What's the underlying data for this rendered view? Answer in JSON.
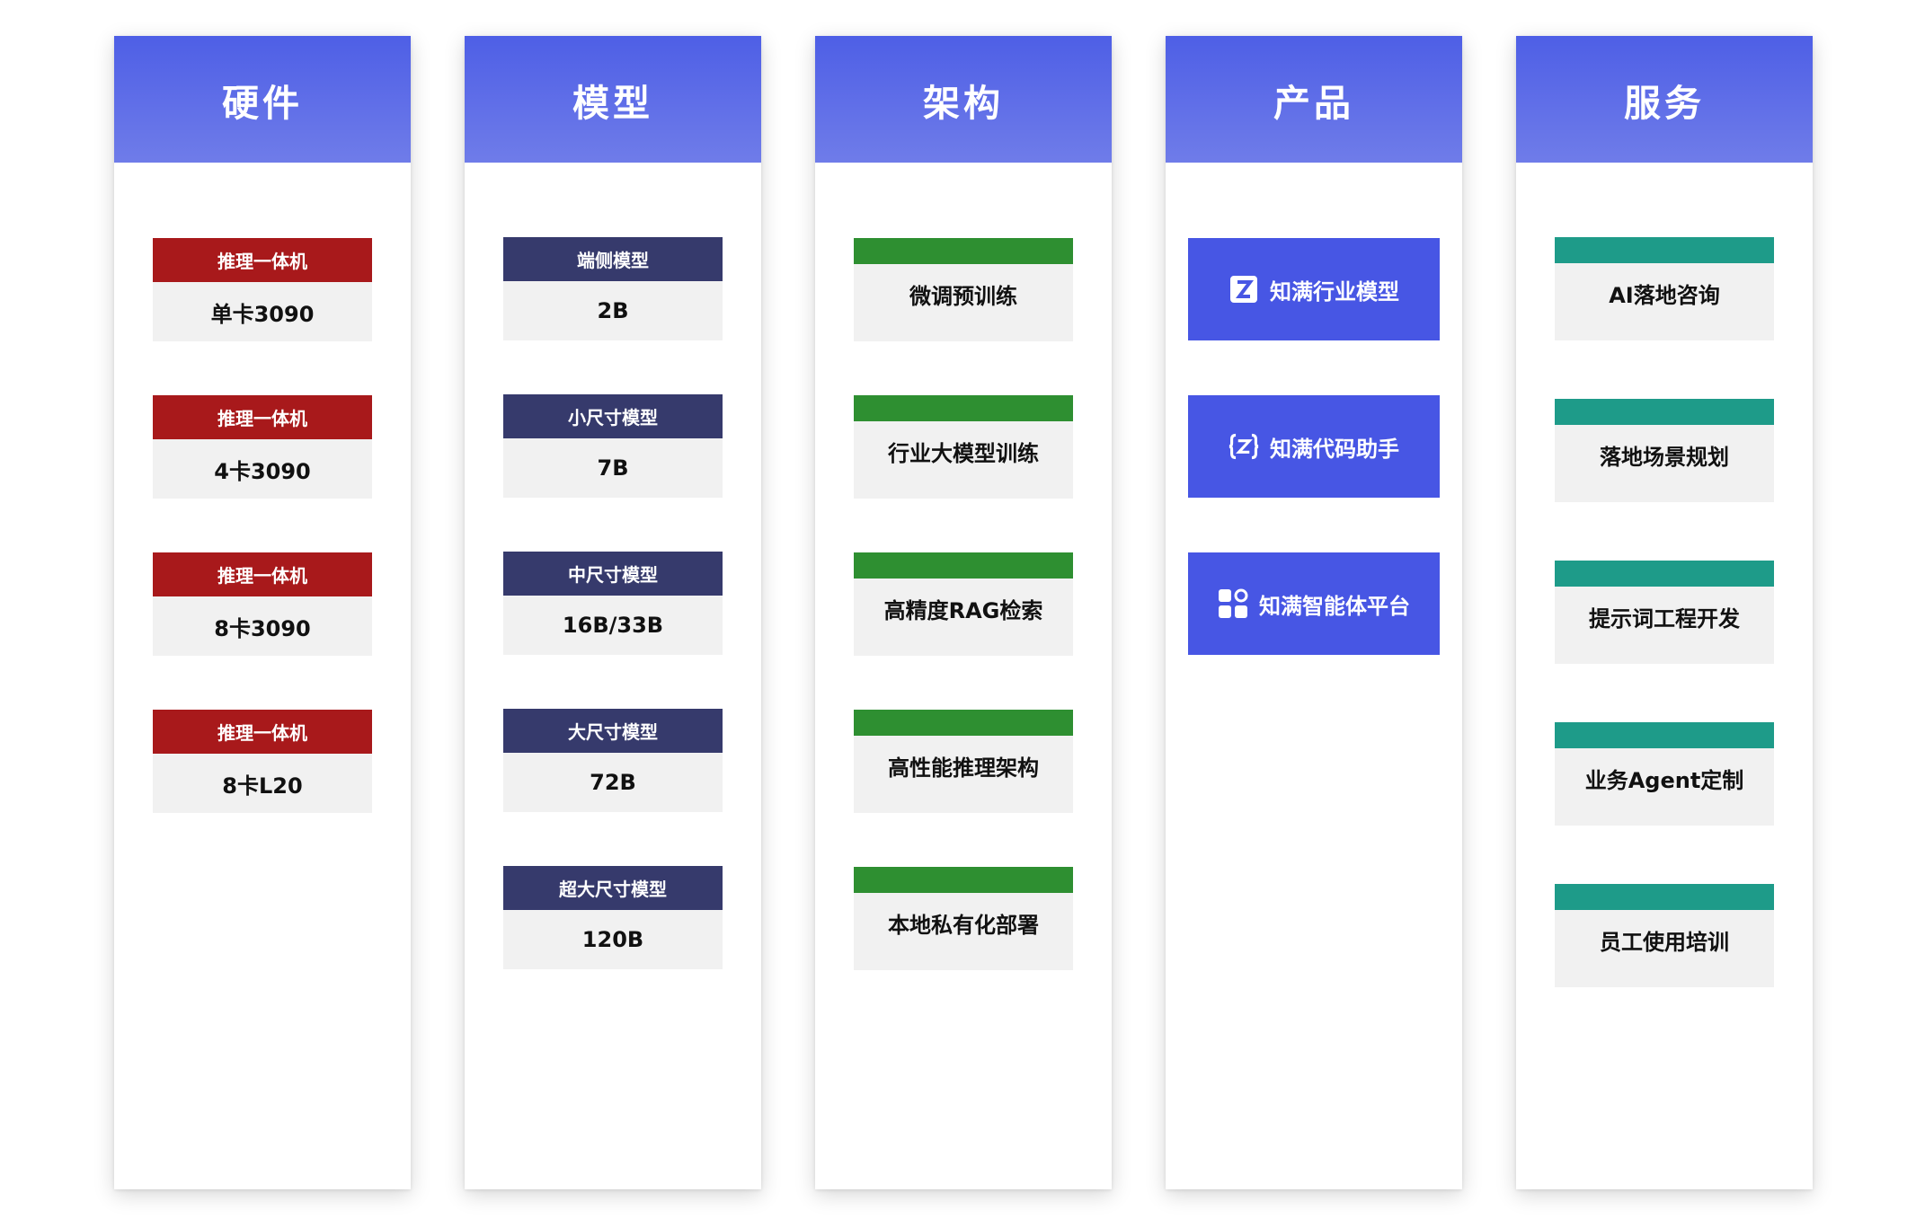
{
  "colors": {
    "header_gradient_top": "#4e5fe6",
    "header_gradient_bottom": "#6f7ce9",
    "hardware": "#a8191b",
    "model": "#363a6c",
    "architecture": "#2e8f31",
    "product": "#4756e4",
    "service": "#1e9b89",
    "card_bg": "#f1f1f1"
  },
  "columns": [
    {
      "key": "hardware",
      "title": "硬件",
      "style": "label",
      "items": [
        {
          "label": "推理一体机",
          "value": "单卡3090"
        },
        {
          "label": "推理一体机",
          "value": "4卡3090"
        },
        {
          "label": "推理一体机",
          "value": "8卡3090"
        },
        {
          "label": "推理一体机",
          "value": "8卡L20"
        }
      ]
    },
    {
      "key": "model",
      "title": "模型",
      "style": "label",
      "items": [
        {
          "label": "端侧模型",
          "value": "2B"
        },
        {
          "label": "小尺寸模型",
          "value": "7B"
        },
        {
          "label": "中尺寸模型",
          "value": "16B/33B"
        },
        {
          "label": "大尺寸模型",
          "value": "72B"
        },
        {
          "label": "超大尺寸模型",
          "value": "120B"
        }
      ]
    },
    {
      "key": "architecture",
      "title": "架构",
      "style": "bar",
      "items": [
        {
          "value": "微调预训练"
        },
        {
          "value": "行业大模型训练"
        },
        {
          "value": "高精度RAG检索"
        },
        {
          "value": "高性能推理架构"
        },
        {
          "value": "本地私有化部署"
        }
      ]
    },
    {
      "key": "product",
      "title": "产品",
      "style": "product",
      "items": [
        {
          "value": "知满行业模型",
          "icon": "z-logo-icon"
        },
        {
          "value": "知满代码助手",
          "icon": "code-braces-icon"
        },
        {
          "value": "知满智能体平台",
          "icon": "apps-grid-icon"
        }
      ]
    },
    {
      "key": "service",
      "title": "服务",
      "style": "bar",
      "items": [
        {
          "value": "AI落地咨询"
        },
        {
          "value": "落地场景规划"
        },
        {
          "value": "提示词工程开发"
        },
        {
          "value": "业务Agent定制"
        },
        {
          "value": "员工使用培训"
        }
      ]
    }
  ]
}
